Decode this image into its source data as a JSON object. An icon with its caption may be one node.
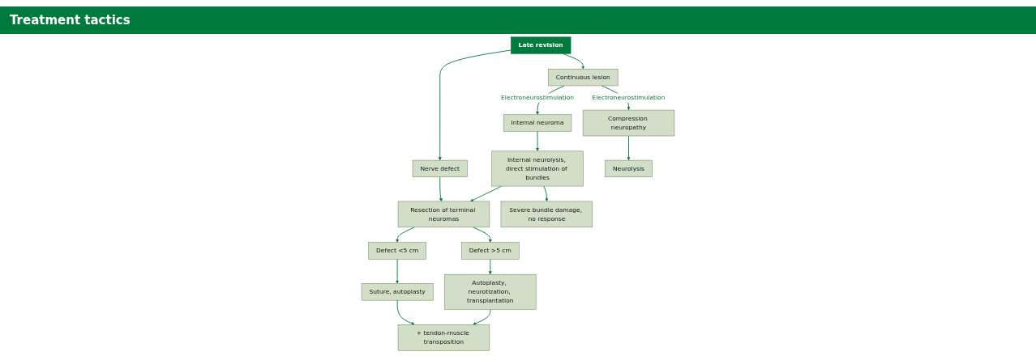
{
  "diagram": {
    "title": "Treatment tactics",
    "nodes": [
      {
        "text": [
          "Late revision"
        ]
      },
      {
        "text": [
          "Nerve defect"
        ]
      },
      {
        "text": [
          "Continuous lesion"
        ]
      },
      {
        "text": [
          "Resection of terminal neuromas"
        ]
      },
      {
        "text": [
          "Internal neuroma"
        ]
      },
      {
        "text": [
          "Compression neuropathy"
        ]
      },
      {
        "text": [
          "Defect <5 cm"
        ]
      },
      {
        "text": [
          "Defect >5 cm"
        ]
      },
      {
        "text": [
          "Internal neurolysis, direct stimulation of bundles"
        ]
      },
      {
        "text": [
          "Suture, autoplasty"
        ]
      },
      {
        "text": [
          "Autoplasty, neurotization, transplantation"
        ]
      },
      {
        "text": [
          "Neurolysis"
        ]
      },
      {
        "text": [
          "+ tendon-muscle transposition"
        ]
      },
      {
        "text": [
          "Severe bundle damage, no response"
        ]
      }
    ],
    "edges": [
      {
        "from": 0,
        "to": 1,
        "arrow": "to"
      },
      {
        "from": 0,
        "to": 2,
        "arrow": "to"
      },
      {
        "from": 1,
        "to": 3,
        "arrow": "to"
      },
      {
        "from": 2,
        "to": 4,
        "arrow": "to",
        "label": "Electroneurostimulation"
      },
      {
        "from": 2,
        "to": 5,
        "arrow": "to",
        "label": "Electroneurostimulation"
      },
      {
        "from": 3,
        "to": 6,
        "arrow": "to"
      },
      {
        "from": 3,
        "to": 7,
        "arrow": "to"
      },
      {
        "from": 8,
        "to": 3,
        "arrow": "to"
      },
      {
        "from": 4,
        "to": 8,
        "arrow": "to"
      },
      {
        "from": 6,
        "to": 9,
        "arrow": "to"
      },
      {
        "from": 7,
        "to": 10,
        "arrow": "to"
      },
      {
        "from": 5,
        "to": 11,
        "arrow": "to"
      },
      {
        "from": 8,
        "to": 13,
        "arrow": "to"
      },
      {
        "from": 9,
        "to": 12,
        "arrow": "to"
      },
      {
        "from": 10,
        "to": 12,
        "arrow": "to"
      }
    ]
  }
}
